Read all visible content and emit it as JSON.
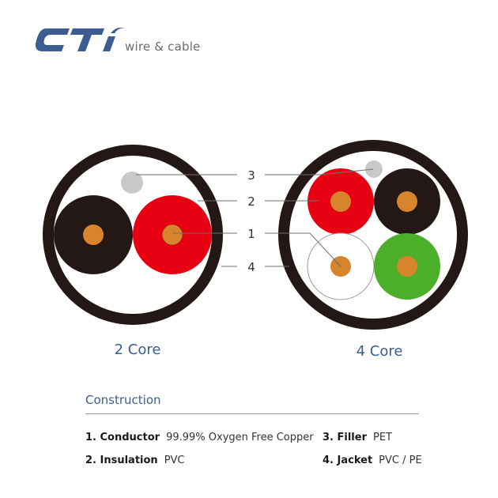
{
  "brand": {
    "logo": "CTi",
    "tagline": "wire & cable",
    "logo_color": "#3c5d8f"
  },
  "diagram": {
    "callouts": [
      "3",
      "2",
      "1",
      "4"
    ],
    "captions": [
      "2 Core",
      "4 Core"
    ],
    "colors": {
      "jacket": "#231815",
      "black_core": "#231815",
      "red_core": "#e60012",
      "green_core": "#4caf2a",
      "white_core": "#ffffff",
      "copper": "#d8842d",
      "filler": "#c9c9c9"
    }
  },
  "construction": {
    "title": "Construction",
    "items": [
      {
        "key": "1. Conductor",
        "value": "99.99% Oxygen Free Copper"
      },
      {
        "key": "2. Insulation",
        "value": "PVC"
      },
      {
        "key": "3. Filler",
        "value": "PET"
      },
      {
        "key": "4. Jacket",
        "value": "PVC / PE"
      }
    ]
  }
}
